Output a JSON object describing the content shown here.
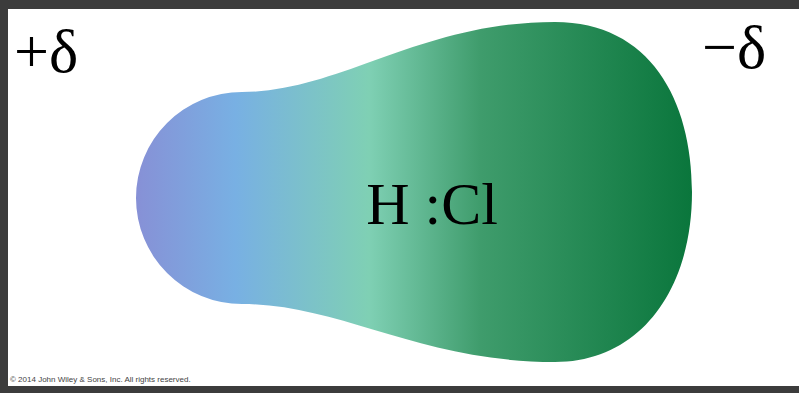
{
  "diagram": {
    "nodes": [
      {
        "text": [
          "H :Cl"
        ]
      }
    ],
    "labels": [
      "+δ",
      "−δ",
      "© 2014 John Wiley & Sons, Inc. All rights reserved."
    ]
  }
}
